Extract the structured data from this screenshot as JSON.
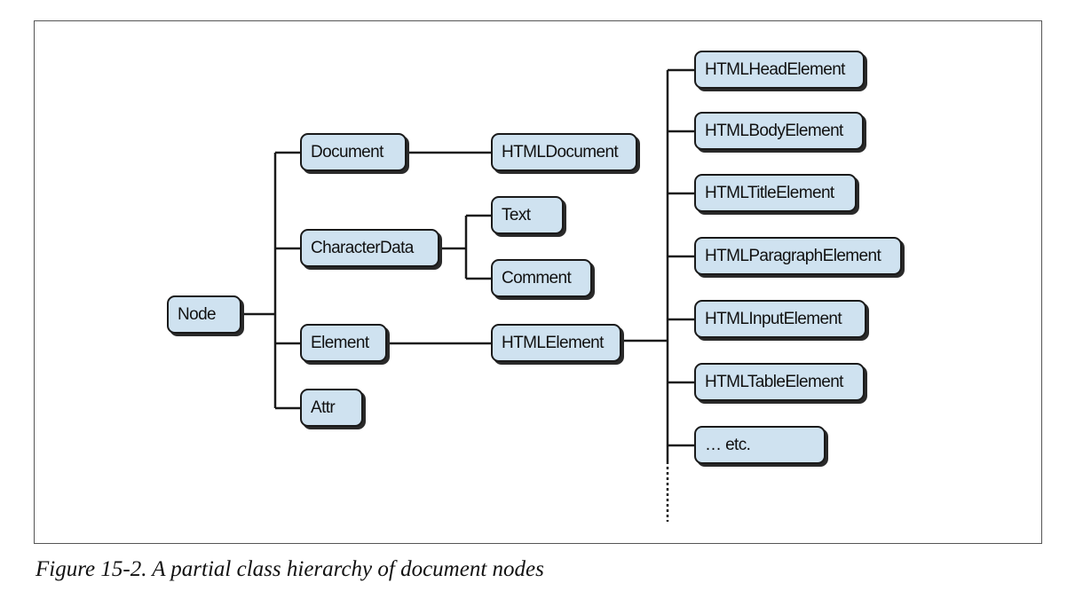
{
  "diagram": {
    "nodes": {
      "node": "Node",
      "document": "Document",
      "character_data": "CharacterData",
      "element": "Element",
      "attr": "Attr",
      "html_document": "HTMLDocument",
      "text": "Text",
      "comment": "Comment",
      "html_element": "HTMLElement",
      "html_head_element": "HTMLHeadElement",
      "html_body_element": "HTMLBodyElement",
      "html_title_element": "HTMLTitleElement",
      "html_paragraph_element": "HTMLParagraphElement",
      "html_input_element": "HTMLInputElement",
      "html_table_element": "HTMLTableElement",
      "etc": "… etc."
    }
  },
  "caption": "Figure 15-2. A partial class hierarchy of document nodes"
}
